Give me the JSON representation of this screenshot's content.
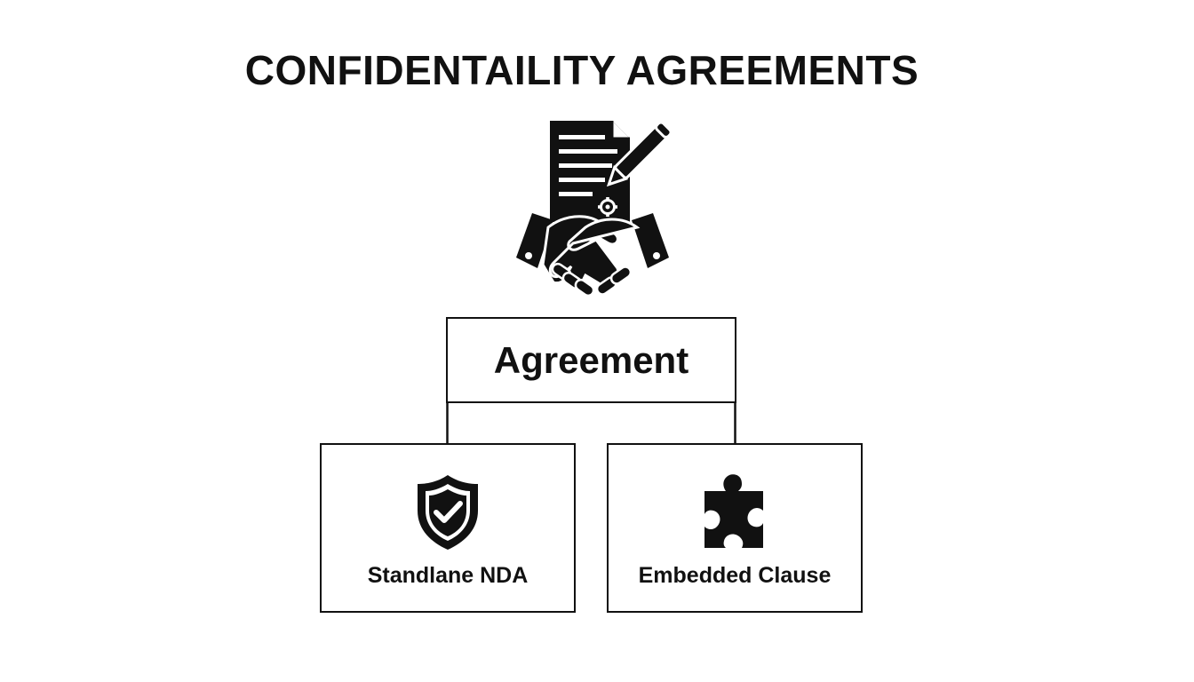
{
  "title": "CONFIDENTAILITY AGREEMENTS",
  "colors": {
    "ink": "#111111",
    "background": "#ffffff"
  },
  "hero_icon": "document-pen-handshake-icon",
  "root": {
    "label": "Agreement"
  },
  "children": [
    {
      "label": "Standlane NDA",
      "icon": "shield-check-icon"
    },
    {
      "label": "Embedded Clause",
      "icon": "puzzle-piece-icon"
    }
  ]
}
